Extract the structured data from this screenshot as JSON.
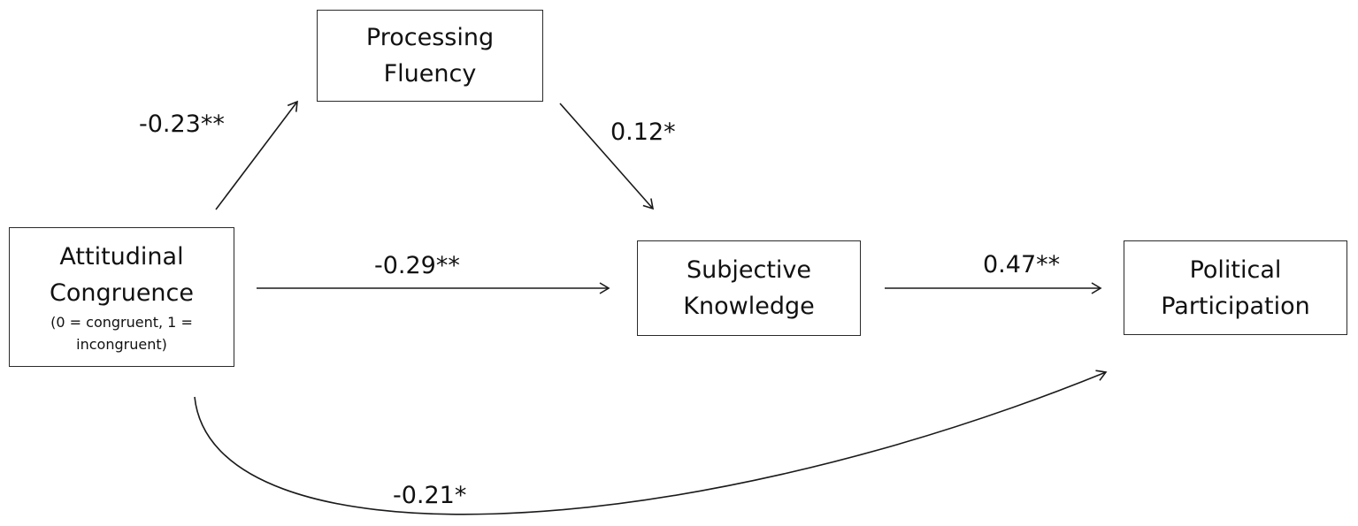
{
  "nodes": {
    "processing_fluency": {
      "lines": [
        "Processing",
        "Fluency"
      ]
    },
    "attitudinal_congruence": {
      "lines": [
        "Attitudinal",
        "Congruence"
      ],
      "note_lines": [
        "(0 = congruent, 1 =",
        "incongruent)"
      ]
    },
    "subjective_knowledge": {
      "lines": [
        "Subjective",
        "Knowledge"
      ]
    },
    "political_participation": {
      "lines": [
        "Political",
        "Participation"
      ]
    }
  },
  "edges": {
    "congruence_to_fluency": "-0.23**",
    "fluency_to_knowledge": "0.12*",
    "congruence_to_knowledge": "-0.29**",
    "knowledge_to_participation": "0.47**",
    "congruence_to_participation": "-0.21*"
  }
}
